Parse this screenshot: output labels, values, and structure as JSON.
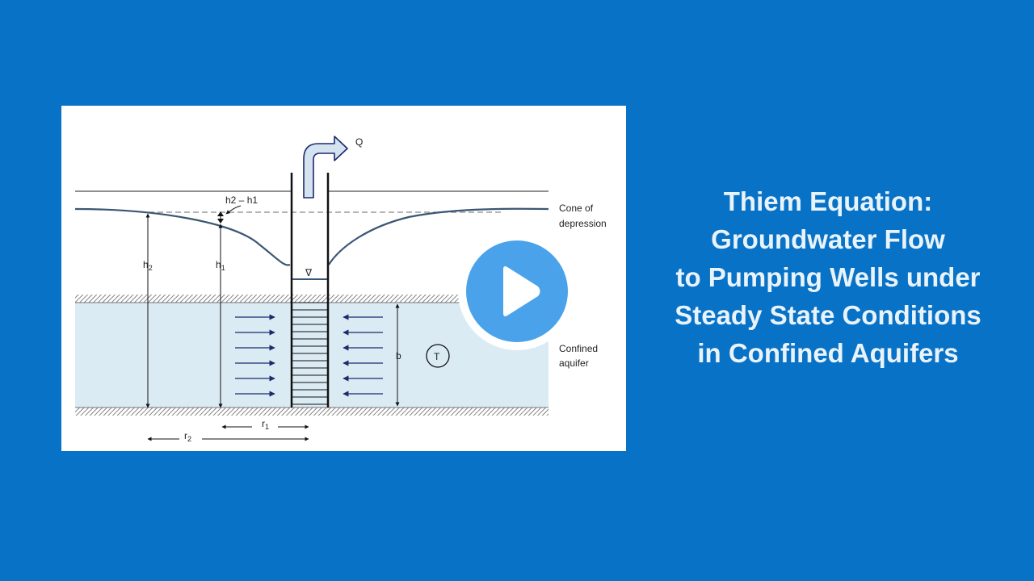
{
  "title": {
    "lines": [
      "Thiem Equation:",
      "Groundwater Flow",
      "to Pumping Wells under",
      "Steady State Conditions",
      "in Confined Aquifers"
    ]
  },
  "diagram": {
    "q_label": "Q",
    "drawdown_diff_label": "h2 – h1",
    "cone_label_line1": "Cone of",
    "cone_label_line2": "depression",
    "h2": {
      "base": "h",
      "sub": "2"
    },
    "h1": {
      "base": "h",
      "sub": "1"
    },
    "water_level_symbol": "∇",
    "thickness_label": "b",
    "transmissivity_symbol": "T",
    "aquifer_label_line1": "Confined",
    "aquifer_label_line2": "aquifer",
    "r1": {
      "base": "r",
      "sub": "1"
    },
    "r2": {
      "base": "r",
      "sub": "2"
    }
  },
  "colors": {
    "background": "#0872c6",
    "aquifer_fill": "#daebf4",
    "curve": "#3a5675",
    "arrow_dark": "#1a2a6c",
    "play_circle": "#4aa3ea"
  },
  "controls": {
    "play_icon": "play-icon"
  }
}
